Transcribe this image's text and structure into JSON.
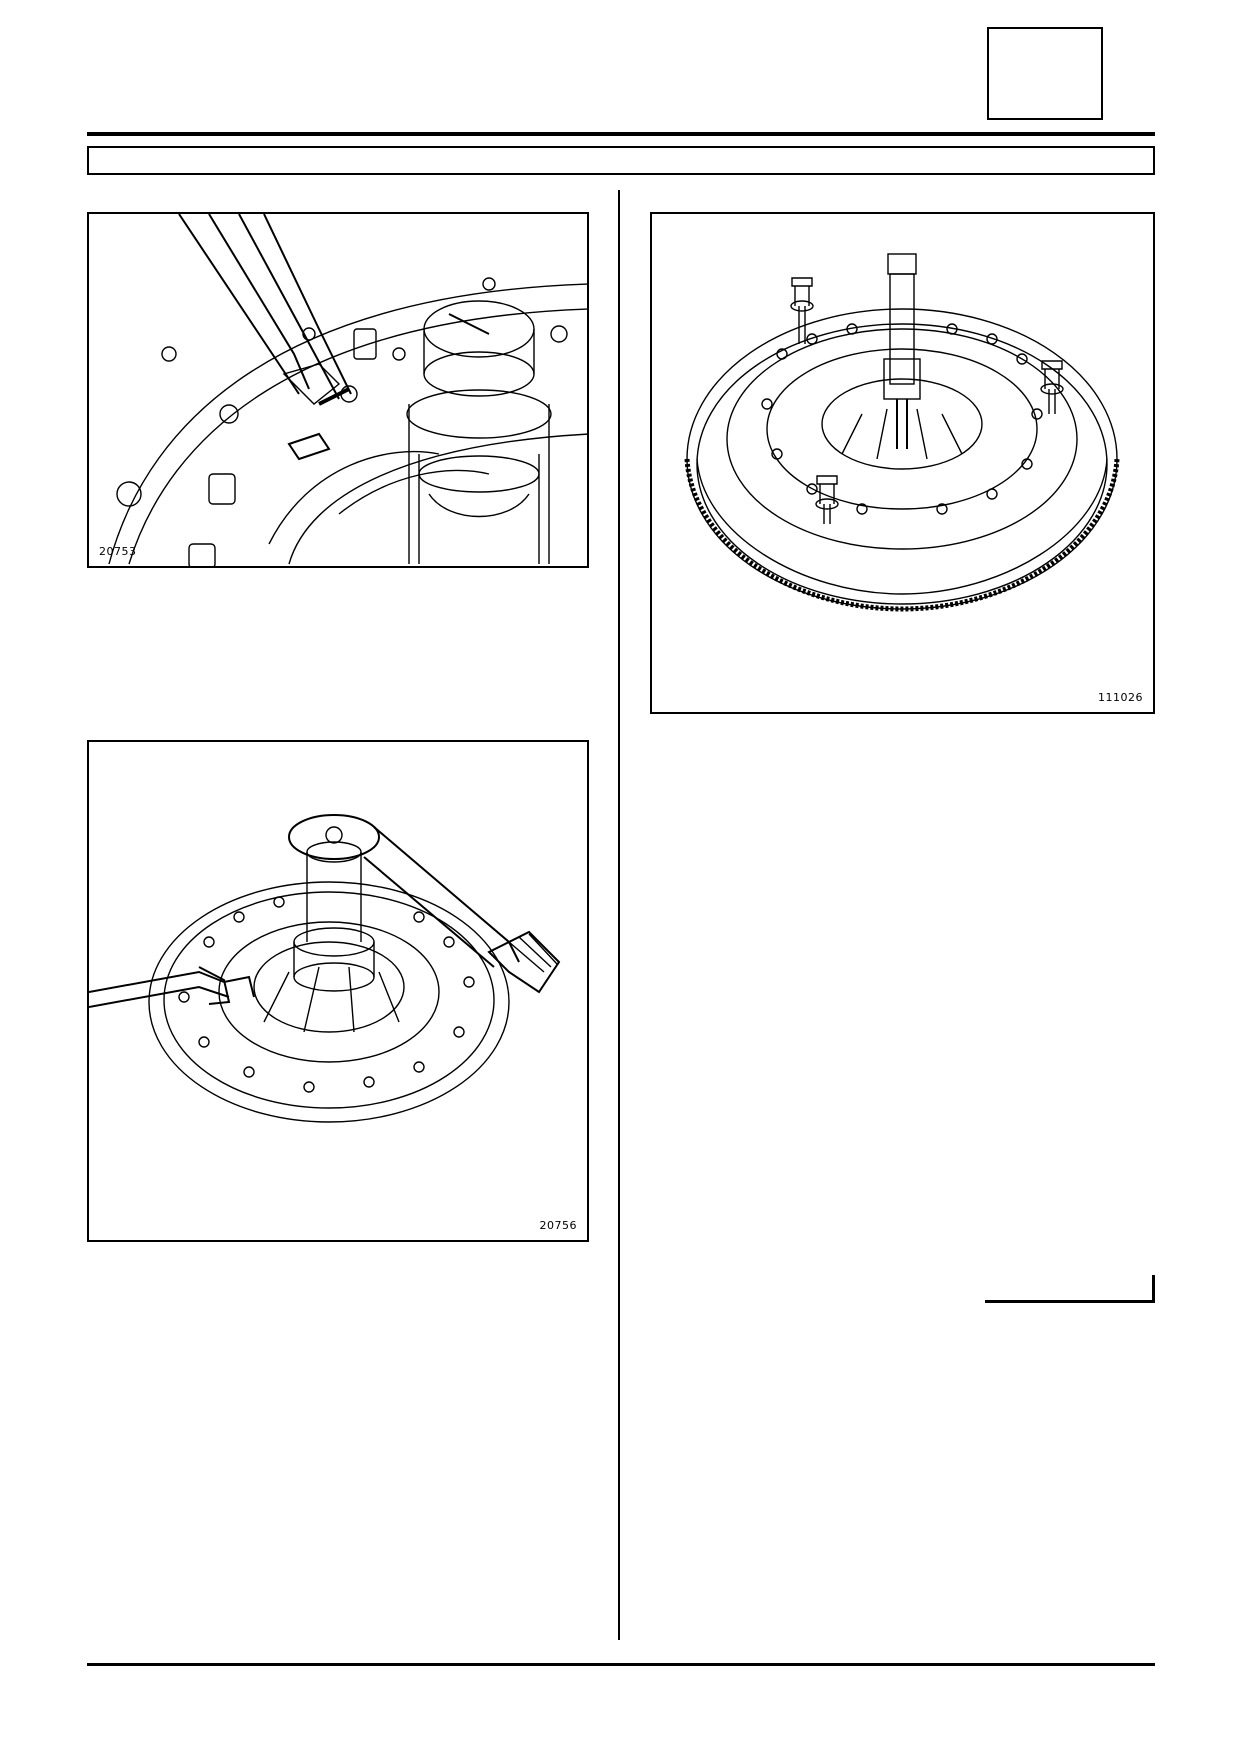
{
  "header": {
    "chapter_box_text": "",
    "section_bar_text": ""
  },
  "figures": [
    {
      "id": "fig-a",
      "label": "20753"
    },
    {
      "id": "fig-b",
      "label": "20756"
    },
    {
      "id": "fig-c",
      "label": "111026"
    }
  ],
  "colors": {
    "ink": "#000000",
    "paper": "#ffffff"
  },
  "icons": {
    "fig_a": "pliers-on-clutch-hub-icon",
    "fig_b": "wrench-on-clutch-plate-icon",
    "fig_c": "flywheel-with-centering-shaft-icon"
  }
}
